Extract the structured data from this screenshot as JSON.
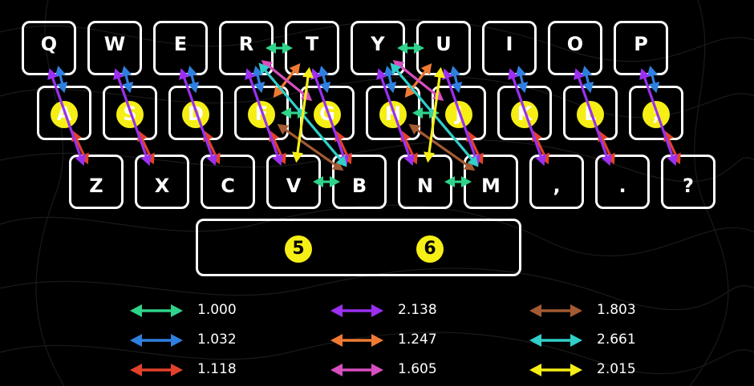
{
  "keyboard": {
    "rows": [
      {
        "id": "top",
        "keys": [
          "Q",
          "W",
          "E",
          "R",
          "T",
          "Y",
          "U",
          "I",
          "O",
          "P"
        ]
      },
      {
        "id": "home",
        "keys": [
          "A",
          "S",
          "D",
          "F",
          "G",
          "H",
          "J",
          "K",
          "L",
          ";"
        ]
      },
      {
        "id": "bottom",
        "keys": [
          "Z",
          "X",
          "C",
          "V",
          "B",
          "N",
          "M",
          ",",
          ".",
          "?"
        ]
      }
    ],
    "spacebar": {
      "thumbs": [
        "5",
        "6"
      ]
    }
  },
  "colors": {
    "green": "#2fd38a",
    "blue": "#2f7fe0",
    "red": "#e2412a",
    "purple": "#9b30f0",
    "orange": "#f07a33",
    "pink": "#d84fc0",
    "brown": "#a45a32",
    "cyan": "#31cfc9",
    "yellow": "#f5ef16",
    "home_dot": "#f5ef16",
    "key_border": "#ffffff",
    "background": "#000000"
  },
  "legend": [
    {
      "color": "green",
      "value": "1.000"
    },
    {
      "color": "blue",
      "value": "1.032"
    },
    {
      "color": "red",
      "value": "1.118"
    },
    {
      "color": "purple",
      "value": "2.138"
    },
    {
      "color": "orange",
      "value": "1.247"
    },
    {
      "color": "pink",
      "value": "1.605"
    },
    {
      "color": "brown",
      "value": "1.803"
    },
    {
      "color": "cyan",
      "value": "2.661"
    },
    {
      "color": "yellow",
      "value": "2.015"
    }
  ],
  "arrows": [
    {
      "from": "Q",
      "to": "A",
      "color": "blue"
    },
    {
      "from": "W",
      "to": "S",
      "color": "blue"
    },
    {
      "from": "E",
      "to": "D",
      "color": "blue"
    },
    {
      "from": "R",
      "to": "F",
      "color": "blue"
    },
    {
      "from": "T",
      "to": "G",
      "color": "blue"
    },
    {
      "from": "Y",
      "to": "H",
      "color": "blue"
    },
    {
      "from": "U",
      "to": "J",
      "color": "blue"
    },
    {
      "from": "I",
      "to": "K",
      "color": "blue"
    },
    {
      "from": "O",
      "to": "L",
      "color": "blue"
    },
    {
      "from": "P",
      "to": ";",
      "color": "blue"
    },
    {
      "from": "A",
      "to": "Z",
      "color": "red"
    },
    {
      "from": "S",
      "to": "X",
      "color": "red"
    },
    {
      "from": "D",
      "to": "C",
      "color": "red"
    },
    {
      "from": "F",
      "to": "V",
      "color": "red"
    },
    {
      "from": "G",
      "to": "B",
      "color": "red"
    },
    {
      "from": "H",
      "to": "N",
      "color": "red"
    },
    {
      "from": "J",
      "to": "M",
      "color": "red"
    },
    {
      "from": "K",
      "to": ",",
      "color": "red"
    },
    {
      "from": "L",
      "to": ".",
      "color": "red"
    },
    {
      "from": ";",
      "to": "?",
      "color": "red"
    },
    {
      "from": "Q",
      "to": "Z",
      "color": "purple"
    },
    {
      "from": "W",
      "to": "X",
      "color": "purple"
    },
    {
      "from": "E",
      "to": "C",
      "color": "purple"
    },
    {
      "from": "R",
      "to": "V",
      "color": "purple"
    },
    {
      "from": "T",
      "to": "B",
      "color": "purple"
    },
    {
      "from": "Y",
      "to": "N",
      "color": "purple"
    },
    {
      "from": "U",
      "to": "M",
      "color": "purple"
    },
    {
      "from": "I",
      "to": ",",
      "color": "purple"
    },
    {
      "from": "O",
      "to": ".",
      "color": "purple"
    },
    {
      "from": "P",
      "to": "?",
      "color": "purple"
    },
    {
      "from": "R",
      "to": "T",
      "color": "green"
    },
    {
      "from": "F",
      "to": "G",
      "color": "green"
    },
    {
      "from": "V",
      "to": "B",
      "color": "green"
    },
    {
      "from": "Y",
      "to": "U",
      "color": "green"
    },
    {
      "from": "H",
      "to": "J",
      "color": "green"
    },
    {
      "from": "N",
      "to": "M",
      "color": "green"
    },
    {
      "from": "T",
      "to": "F",
      "color": "orange"
    },
    {
      "from": "U",
      "to": "H",
      "color": "orange"
    },
    {
      "from": "R",
      "to": "G",
      "color": "pink"
    },
    {
      "from": "Y",
      "to": "J",
      "color": "pink"
    },
    {
      "from": "F",
      "to": "B",
      "color": "brown"
    },
    {
      "from": "H",
      "to": "M",
      "color": "brown"
    },
    {
      "from": "R",
      "to": "B",
      "color": "cyan"
    },
    {
      "from": "Y",
      "to": "M",
      "color": "cyan"
    },
    {
      "from": "T",
      "to": "V",
      "color": "yellow"
    },
    {
      "from": "U",
      "to": "N",
      "color": "yellow"
    }
  ]
}
